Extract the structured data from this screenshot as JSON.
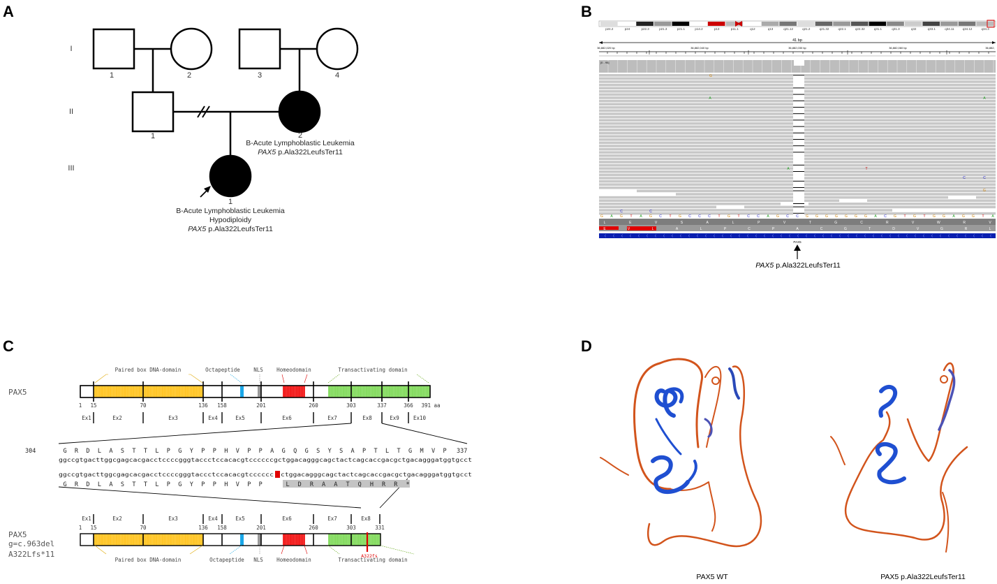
{
  "panels": {
    "a": "A",
    "b": "B",
    "c": "C",
    "d": "D"
  },
  "pedigree": {
    "generations": [
      "I",
      "II",
      "III"
    ],
    "gen1": [
      "1",
      "2",
      "3",
      "4"
    ],
    "gen2": [
      "1",
      "2"
    ],
    "gen3": [
      "1"
    ],
    "mother": {
      "diagnosis": "B-Acute Lymphoblastic Leukemia",
      "gene": "PAX5",
      "variant": "p.Ala322LeufsTer11"
    },
    "proband": {
      "diagnosis": "B-Acute Lymphoblastic Leukemia",
      "karyotype": "Hypodiploidy",
      "gene": "PAX5",
      "variant": "p.Ala322LeufsTer11"
    }
  },
  "igv": {
    "cytobands": [
      "p24.2",
      "p24",
      "p22.3",
      "p21.3",
      "p21.1",
      "p14.2",
      "p13",
      "p11.1",
      "q12",
      "q13",
      "q21.12",
      "q21.2",
      "q21.32",
      "q22.1",
      "q22.32",
      "q31.1",
      "q31.3",
      "q32",
      "q33.1",
      "q34.11",
      "q34.12",
      "q34.3"
    ],
    "span": "41 bp",
    "positions": [
      "36,882,020 bp",
      "36,882,040 bp",
      "36,882,030 bp",
      "36,882,060 bp",
      "36,882,"
    ],
    "coverage_label": "[0 - 95]",
    "ref_seq": [
      "G",
      "A",
      "G",
      "T",
      "A",
      "G",
      "C",
      "T",
      "G",
      "C",
      "C",
      "C",
      "T",
      "G",
      "T",
      "C",
      "C",
      "A",
      "G",
      "C",
      "C",
      "G",
      "G",
      "G",
      "G",
      "G",
      "G",
      "G",
      "A",
      "C",
      "G",
      "T",
      "G",
      "T",
      "G",
      "G",
      "A",
      "G",
      "G",
      "T",
      "A"
    ],
    "aa_row1": [
      "L",
      "E",
      "V",
      "S",
      "A",
      "L",
      "P",
      "V",
      "T",
      "G",
      "C",
      "R",
      "V",
      "W",
      "R",
      "V"
    ],
    "aa_row2": [
      "E",
      "V",
      "L",
      "A",
      "L",
      "P",
      "C",
      "P",
      "A",
      "C",
      "G",
      "T",
      "D",
      "V",
      "G",
      "R",
      "L"
    ],
    "gene": "PAX5",
    "annotation_gene": "PAX5",
    "annotation_variant": "p.Ala322LeufsTer11"
  },
  "domains": {
    "wt_label": "PAX5",
    "mut_label": [
      "PAX5",
      "g=c.963del",
      "A322Lfs*11"
    ],
    "domain_names": {
      "paired": "Paired box DNA-domain",
      "octa": "Octapeptide",
      "nls": "NLS",
      "homeo": "Homeodomain",
      "trans": "Transactivating domain"
    },
    "positions_wt": [
      "1",
      "15",
      "70",
      "136",
      "158",
      "201",
      "260",
      "303",
      "337",
      "366",
      "391 aa"
    ],
    "positions_mut": [
      "1",
      "15",
      "70",
      "136",
      "158",
      "201",
      "260",
      "303",
      "331"
    ],
    "exons_wt": [
      "Ex1",
      "Ex2",
      "Ex3",
      "Ex4",
      "Ex5",
      "Ex6",
      "Ex7",
      "Ex8",
      "Ex9",
      "Ex10"
    ],
    "exons_mut": [
      "Ex1",
      "Ex2",
      "Ex3",
      "Ex4",
      "Ex5",
      "Ex6",
      "Ex7",
      "Ex8"
    ],
    "mut_marker": "A322fs",
    "seq_start": "304",
    "seq_end": "337",
    "wt_aa": [
      "G",
      "R",
      "D",
      "L",
      "A",
      "S",
      "T",
      "T",
      "L",
      "P",
      "G",
      "Y",
      "P",
      "P",
      "H",
      "V",
      "P",
      "P",
      "A",
      "G",
      "Q",
      "G",
      "S",
      "Y",
      "S",
      "A",
      "P",
      "T",
      "L",
      "T",
      "G",
      "M",
      "V",
      "P"
    ],
    "wt_nt": "ggccgtgacttggcgagcacgacctccccgggtaccctccacacgtccccccgctggacagggcagctactcagcaccgacgctgacagggatggtgcct",
    "mut_nt_a": "ggccgtgacttggcgagcacgacctccccgggtaccctccacacgtcccccc",
    "mut_nt_b": "ctggacagggcagctactcagcaccgacgctgacagggatggtgcct",
    "mut_aa_same": [
      "G",
      "R",
      "D",
      "L",
      "A",
      "S",
      "T",
      "T",
      "L",
      "P",
      "G",
      "Y",
      "P",
      "P",
      "H",
      "V",
      "P",
      "P"
    ],
    "mut_aa_new": [
      "L",
      "D",
      "R",
      "A",
      "A",
      "T",
      "Q",
      "H",
      "R",
      "R",
      "*"
    ]
  },
  "structures": {
    "wt": "PAX5 WT",
    "mut": "PAX5 p.Ala322LeufsTer11"
  }
}
